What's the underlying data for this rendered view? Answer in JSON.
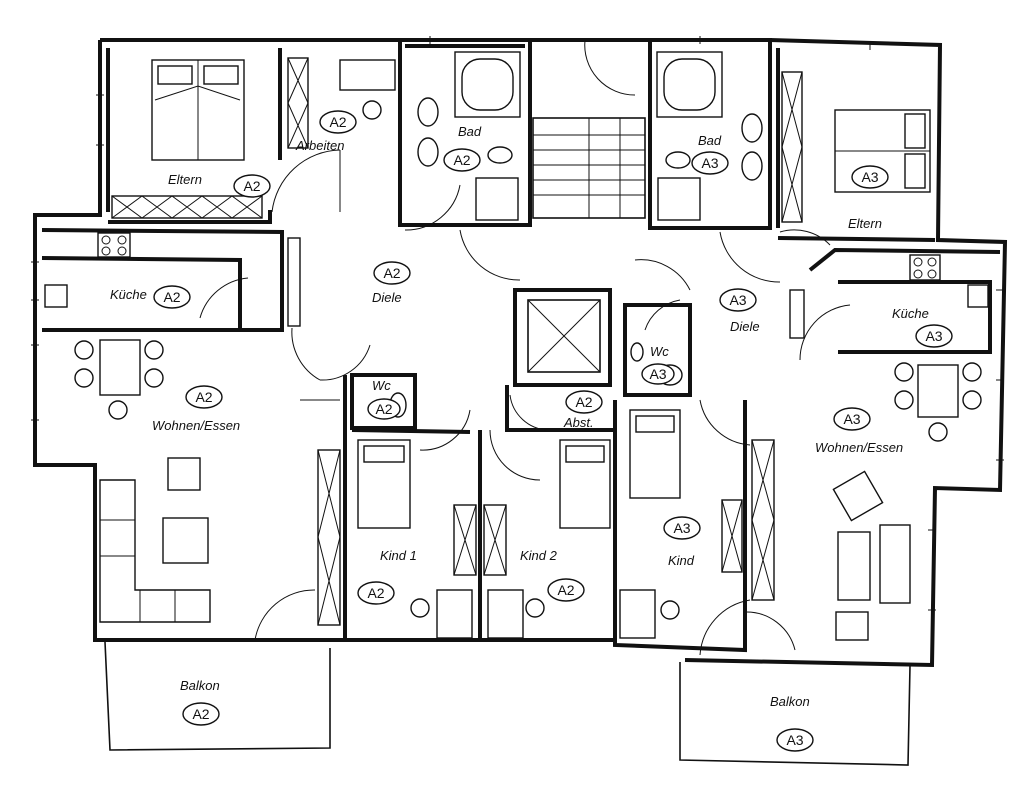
{
  "rooms": [
    {
      "name": "Eltern",
      "unit": "A2"
    },
    {
      "name": "Arbeiten",
      "unit": "A2"
    },
    {
      "name": "Bad",
      "unit": "A2"
    },
    {
      "name": "Diele",
      "unit": "A2"
    },
    {
      "name": "Küche",
      "unit": "A2"
    },
    {
      "name": "Wohnen/Essen",
      "unit": "A2"
    },
    {
      "name": "Wc",
      "unit": "A2"
    },
    {
      "name": "Kind 1",
      "unit": "A2"
    },
    {
      "name": "Kind 2",
      "unit": "A2"
    },
    {
      "name": "Abst.",
      "unit": "A2"
    },
    {
      "name": "Balkon",
      "unit": "A2"
    },
    {
      "name": "Bad",
      "unit": "A3"
    },
    {
      "name": "Eltern",
      "unit": "A3"
    },
    {
      "name": "Diele",
      "unit": "A3"
    },
    {
      "name": "Küche",
      "unit": "A3"
    },
    {
      "name": "Wc",
      "unit": "A3"
    },
    {
      "name": "Kind",
      "unit": "A3"
    },
    {
      "name": "Wohnen/Essen",
      "unit": "A3"
    },
    {
      "name": "Balkon",
      "unit": "A3"
    }
  ]
}
